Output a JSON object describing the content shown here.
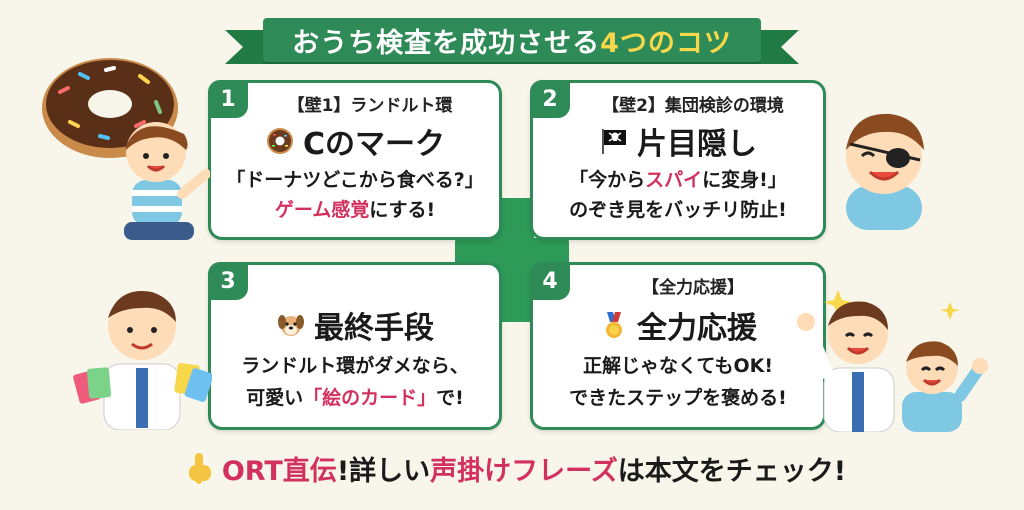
{
  "banner": {
    "title_pre": "おうち検査を成功させる",
    "title_accent": "4つのコツ"
  },
  "cards": [
    {
      "num": "1",
      "sub": "【壁1】ランドルト環",
      "title": "Cのマーク",
      "icon": "donut-icon",
      "l1a": "「ドーナツどこから食べる?」",
      "l2pink": "ゲーム感覚",
      "l2b": "にする!"
    },
    {
      "num": "2",
      "sub": "【壁2】集団検診の環境",
      "title": "片目隠し",
      "icon": "pirate-flag-icon",
      "l1a": "「今から",
      "l1pink": "スパイ",
      "l1b": "に変身!」",
      "l2": "のぞき見をバッチリ防止!"
    },
    {
      "num": "3",
      "title": "最終手段",
      "icon": "dog-icon",
      "l1": "ランドルト環がダメなら、",
      "l2a": "可愛い",
      "l2pink": "「絵のカード」",
      "l2b": "で!"
    },
    {
      "num": "4",
      "sub": "【全力応援】",
      "title": "全力応援",
      "icon": "medal-icon",
      "l1": "正解じゃなくてもOK!",
      "l2": "できたステップを褒める!"
    }
  ],
  "bottom": {
    "p1": "ORT直伝",
    "p2": "!詳しい",
    "p3": "声掛けフレーズ",
    "p4": "は本文をチェック!"
  },
  "colors": {
    "green": "#2e8b57",
    "pink": "#d2315e",
    "yellow": "#f7d84a"
  }
}
